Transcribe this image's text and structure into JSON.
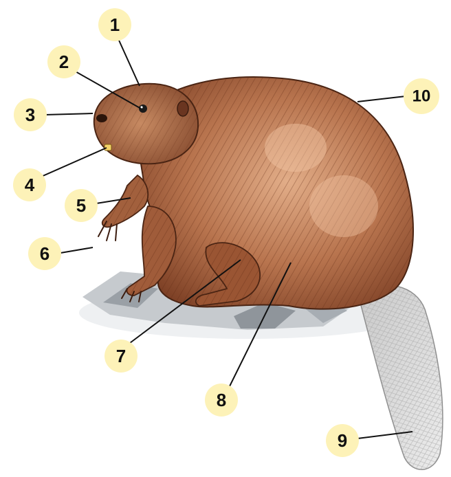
{
  "labels": [
    {
      "id": "1",
      "text": "1"
    },
    {
      "id": "2",
      "text": "2"
    },
    {
      "id": "3",
      "text": "3"
    },
    {
      "id": "4",
      "text": "4"
    },
    {
      "id": "5",
      "text": "5"
    },
    {
      "id": "6",
      "text": "6"
    },
    {
      "id": "7",
      "text": "7"
    },
    {
      "id": "8",
      "text": "8"
    },
    {
      "id": "9",
      "text": "9"
    },
    {
      "id": "10",
      "text": "10"
    }
  ],
  "colors": {
    "badge_fill": "#fdf2b8",
    "badge_text": "#111111",
    "leader_line": "#111111",
    "fur_dark": "#7a3d22",
    "fur_mid": "#a86440",
    "fur_light": "#d9a27c",
    "tail": "#d8d8d8",
    "rock": "#b9bec4"
  }
}
